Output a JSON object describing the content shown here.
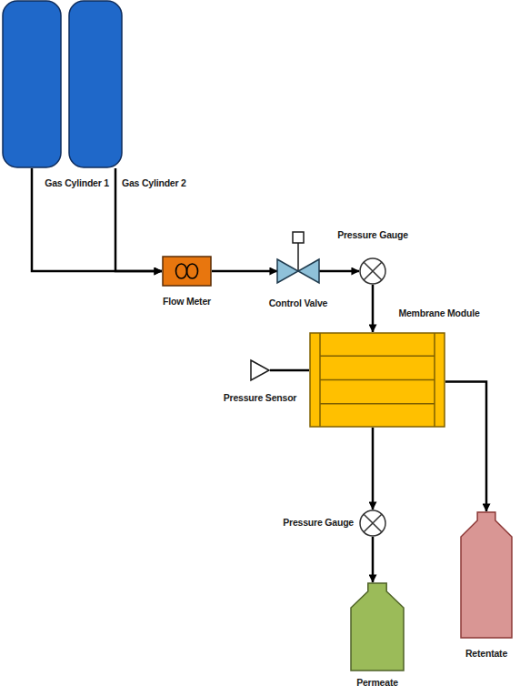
{
  "diagram": {
    "nodes": [
      {
        "text": [
          "Gas Cylinder 1"
        ]
      },
      {
        "text": [
          "Gas Cylinder 2"
        ]
      },
      {
        "text": [
          "Flow Meter"
        ]
      },
      {
        "text": [
          "Control Valve"
        ]
      },
      {
        "text": [
          "Pressure Gauge"
        ]
      },
      {
        "text": [
          "Membrane Module"
        ]
      },
      {
        "text": [
          "Pressure Sensor"
        ]
      },
      {
        "text": [
          "Pressure Gauge"
        ]
      },
      {
        "text": [
          "Permeate"
        ]
      },
      {
        "text": [
          "Retentate"
        ]
      }
    ],
    "edges": [
      {
        "from": 0,
        "to": 2,
        "arrow": "to"
      },
      {
        "from": 1,
        "to": 2,
        "arrow": "to"
      },
      {
        "from": 2,
        "to": 3,
        "arrow": "to"
      },
      {
        "from": 3,
        "to": 4,
        "arrow": "to"
      },
      {
        "from": 4,
        "to": 5,
        "arrow": "to"
      },
      {
        "from": 6,
        "to": 5,
        "arrow": "none"
      },
      {
        "from": 5,
        "to": 9,
        "arrow": "to"
      },
      {
        "from": 5,
        "to": 7,
        "arrow": "to"
      },
      {
        "from": 7,
        "to": 8,
        "arrow": "to"
      }
    ]
  }
}
